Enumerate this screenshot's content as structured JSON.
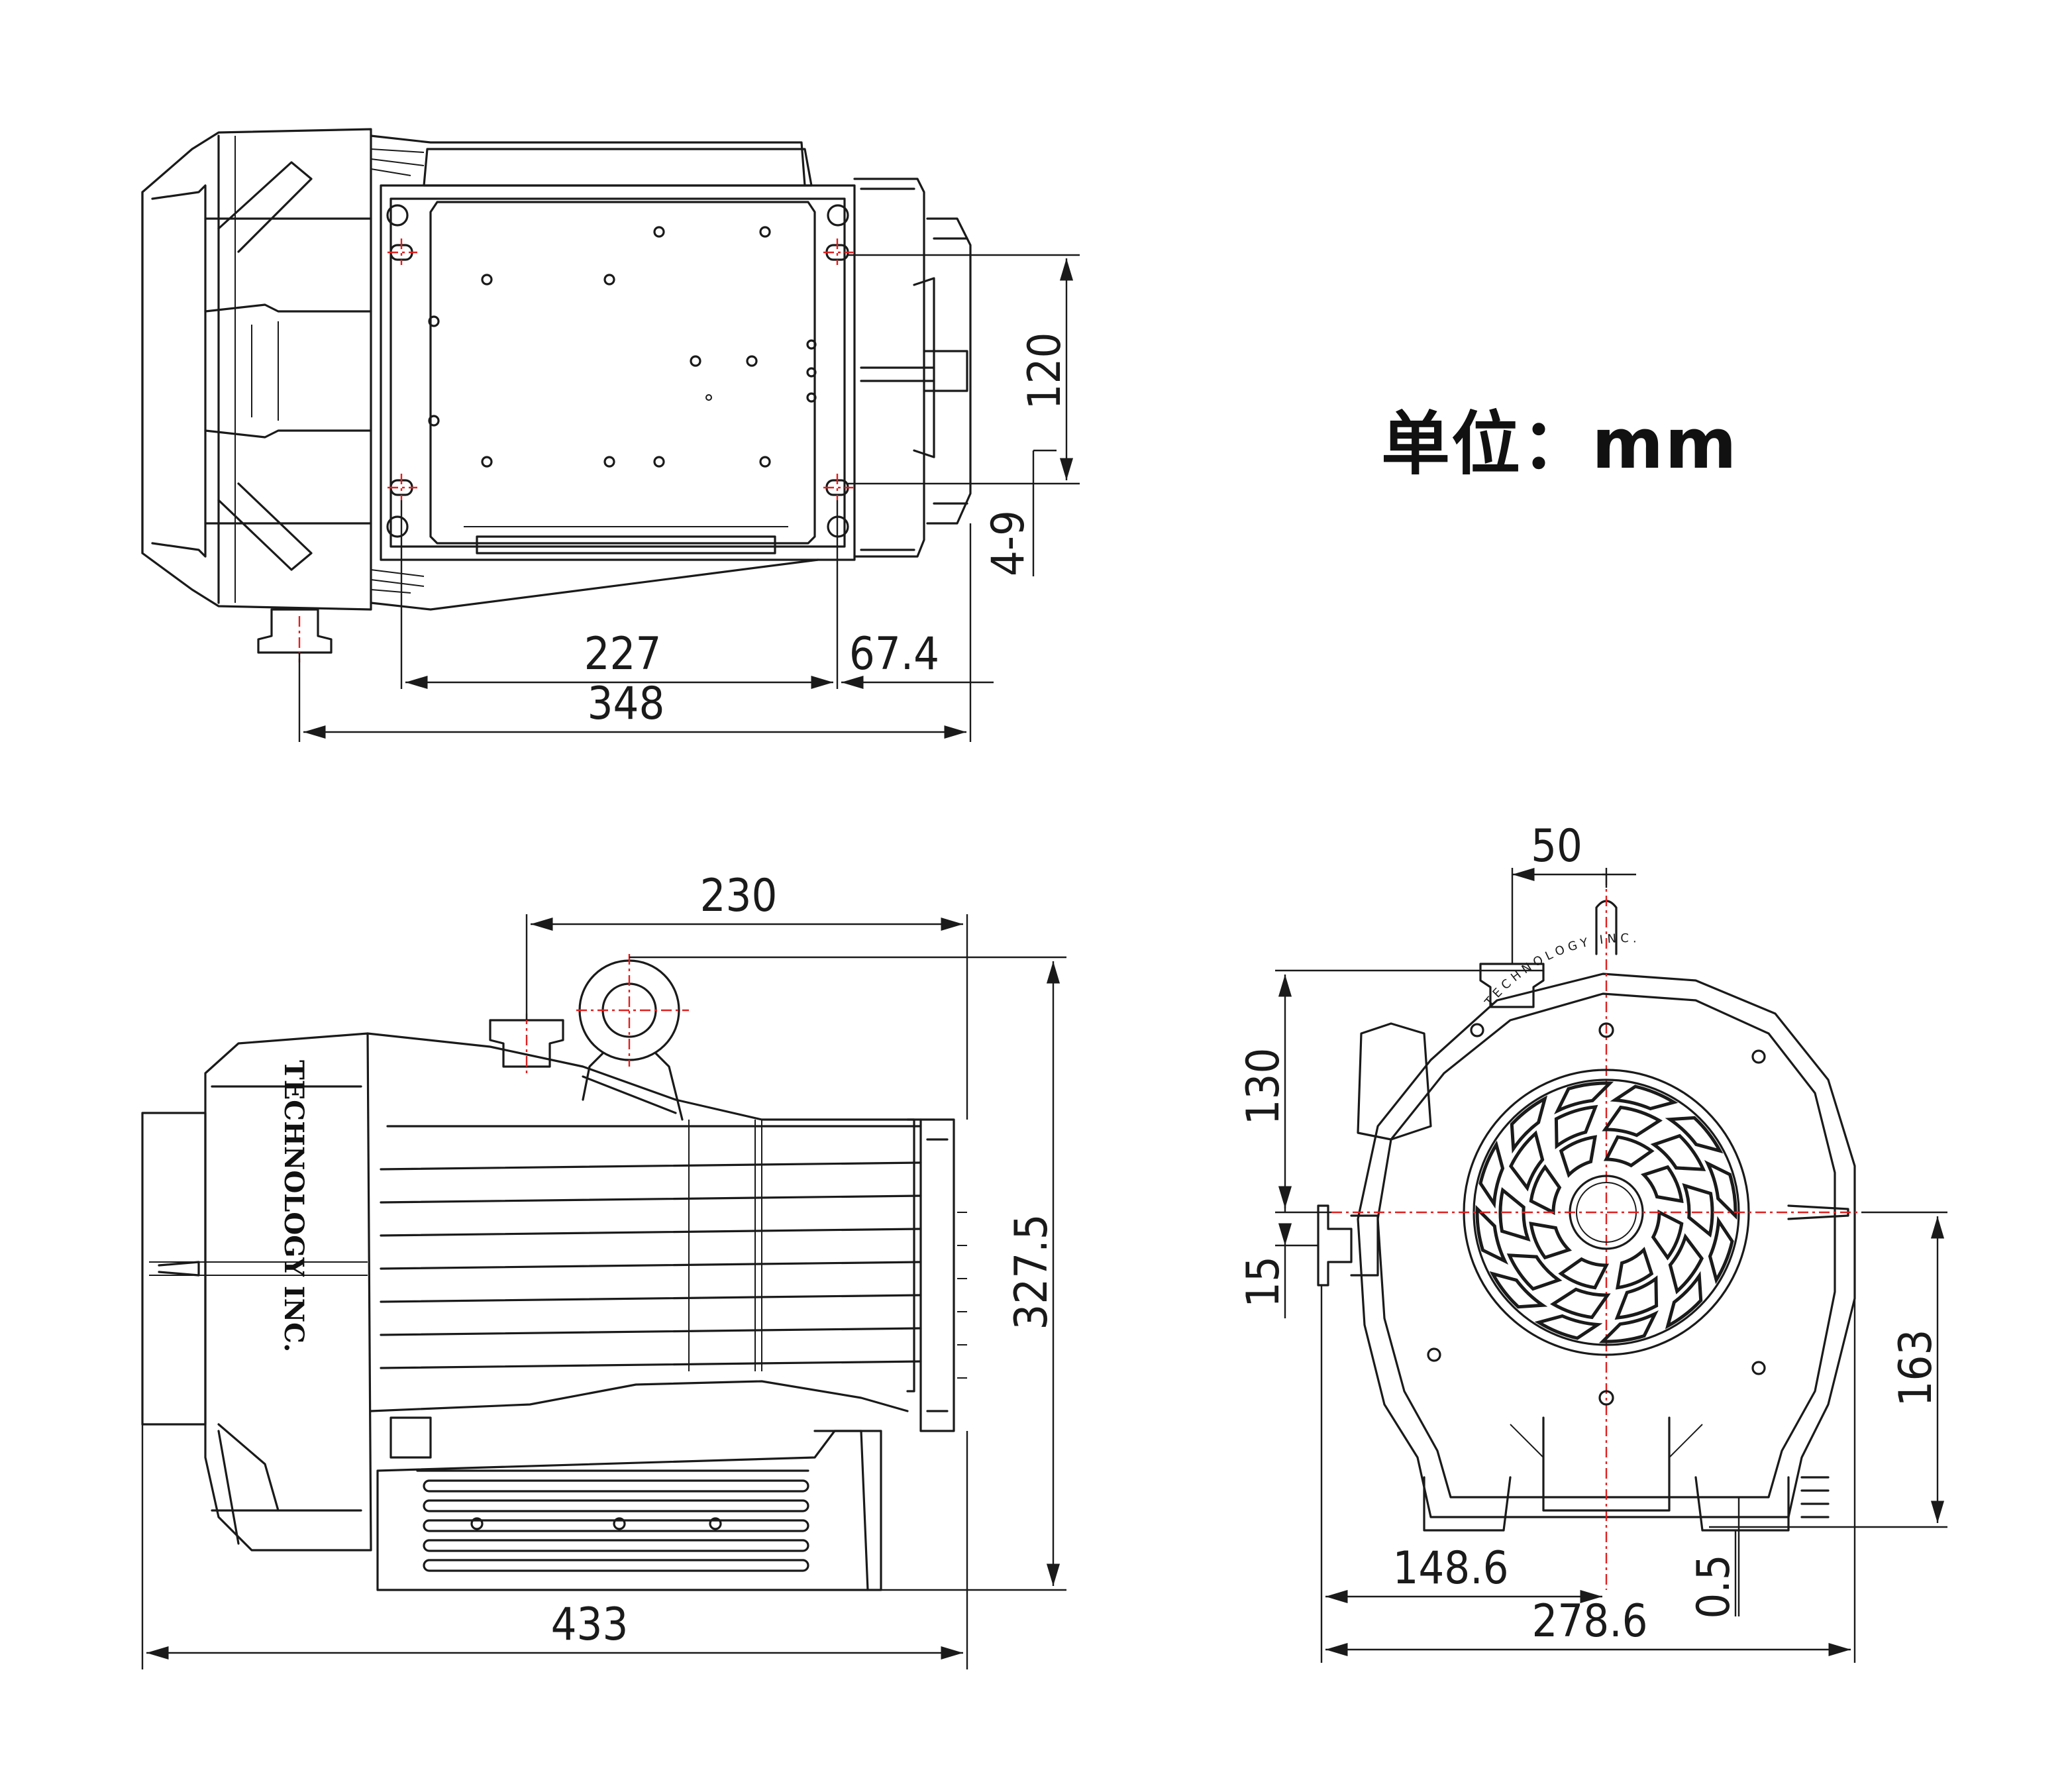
{
  "unit_label": "单位：mm",
  "dimensions": {
    "top_view": {
      "mount_spacing_vertical": "120",
      "holes": "4-9",
      "mount_spacing_horizontal": "227",
      "rear_offset": "67.4",
      "overall_length": "348"
    },
    "side_view": {
      "handle_offset": "230",
      "overall_height": "327.5",
      "overall_length": "433"
    },
    "front_view": {
      "inlet_offset": "50",
      "top_height": "130",
      "port_offset": "15",
      "center_height": "163",
      "center_to_left": "148.6",
      "foot_gap": "0.5",
      "overall_width": "278.6"
    }
  },
  "branding": {
    "side_text": "TECHNOLOGY INC.",
    "ring_text": "TECHNOLOGY INC."
  }
}
